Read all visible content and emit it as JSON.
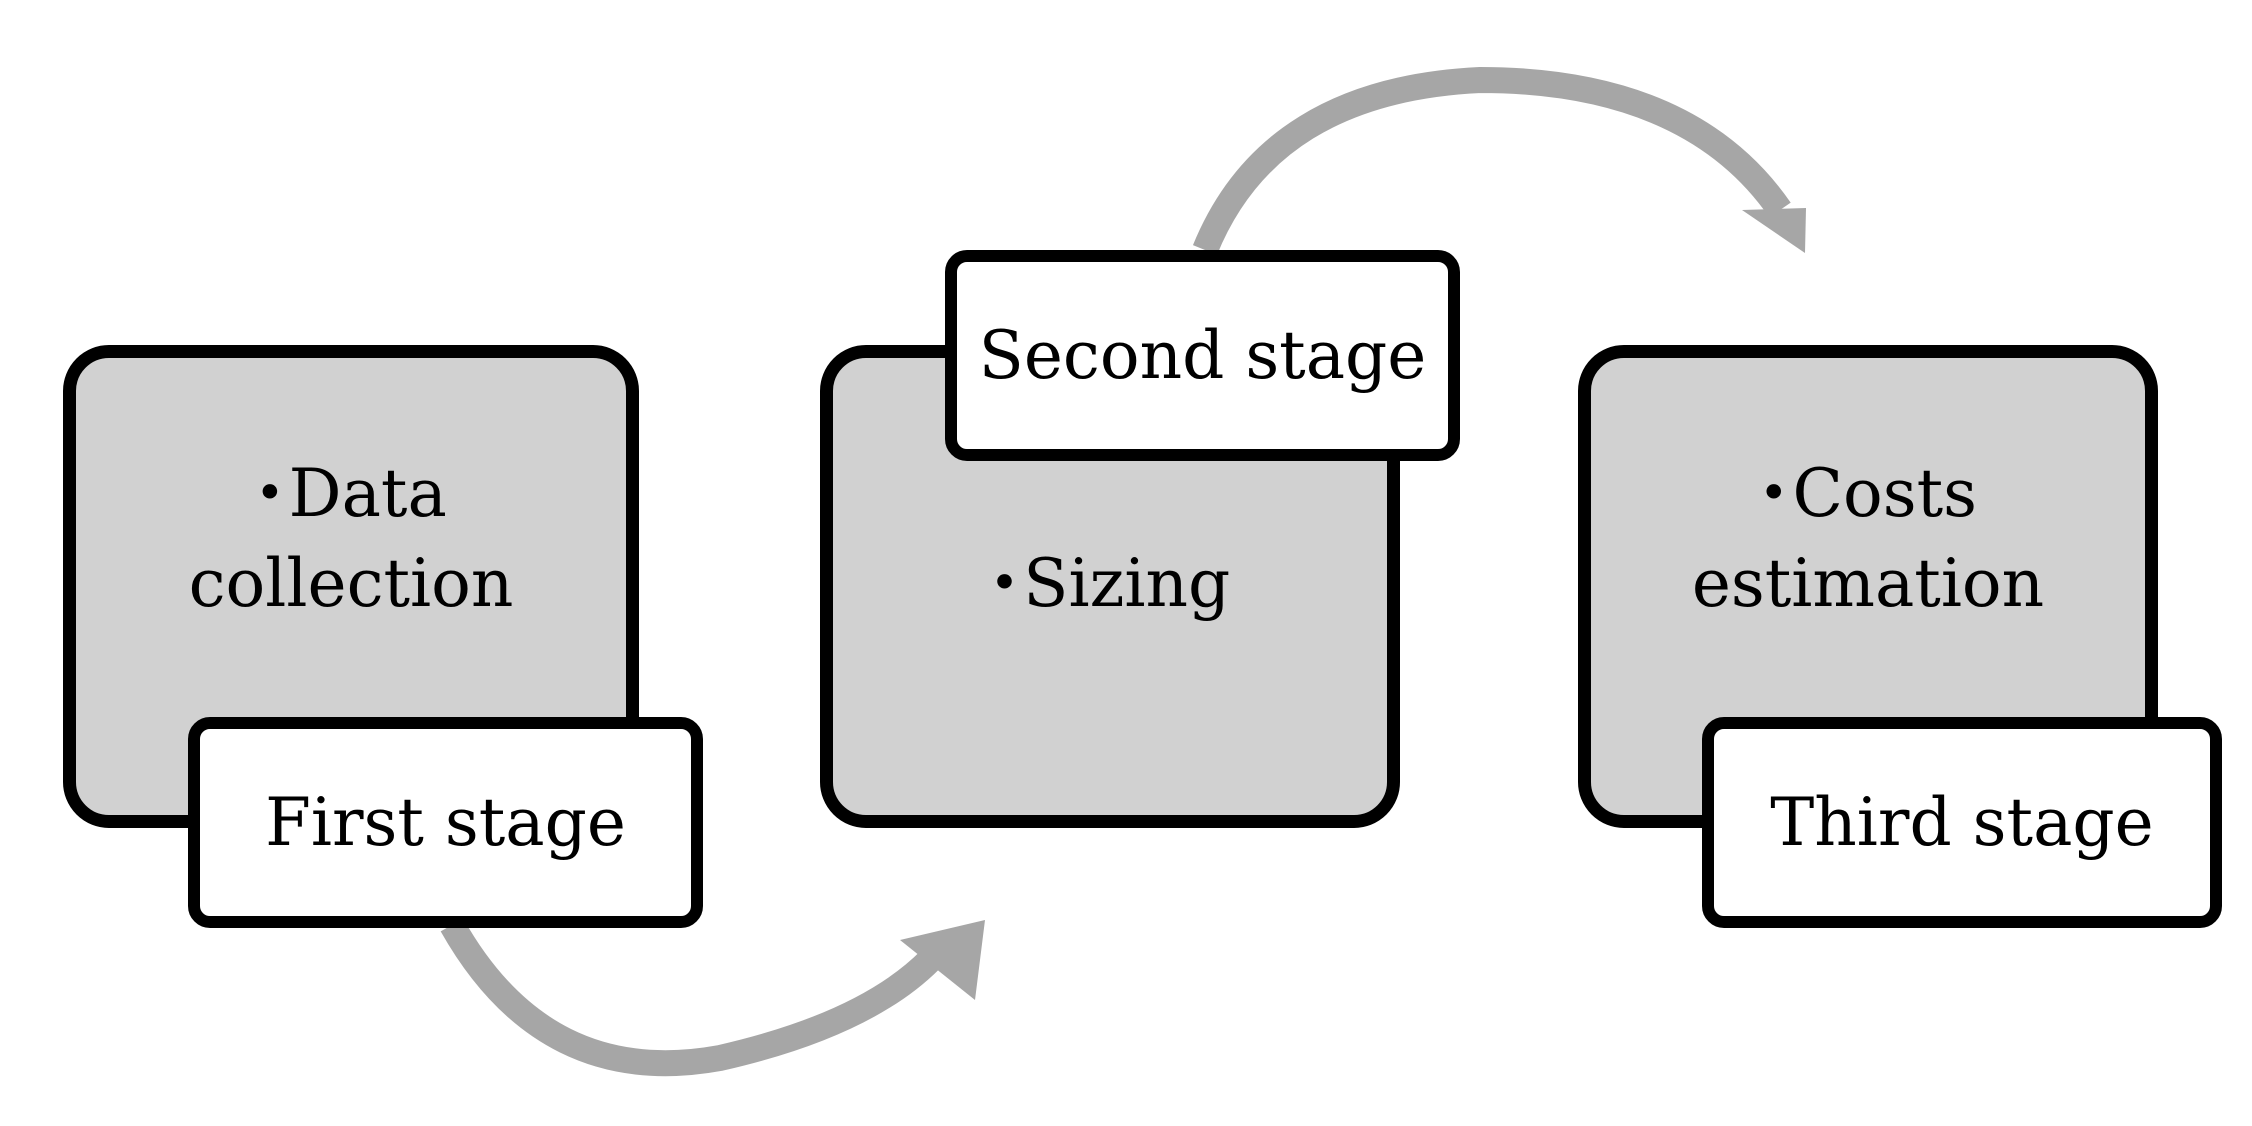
{
  "stages": [
    {
      "label": "First stage",
      "bullet": "•",
      "text_lines": [
        "Data",
        "collection"
      ]
    },
    {
      "label": "Second stage",
      "bullet": "•",
      "text_lines": [
        "Sizing"
      ]
    },
    {
      "label": "Third stage",
      "bullet": "•",
      "text_lines": [
        "Costs",
        "estimation"
      ]
    }
  ],
  "colors": {
    "box_fill": "#d1d1d1",
    "box_border": "#000000",
    "label_fill": "#ffffff",
    "arrow": "#a6a6a6"
  }
}
